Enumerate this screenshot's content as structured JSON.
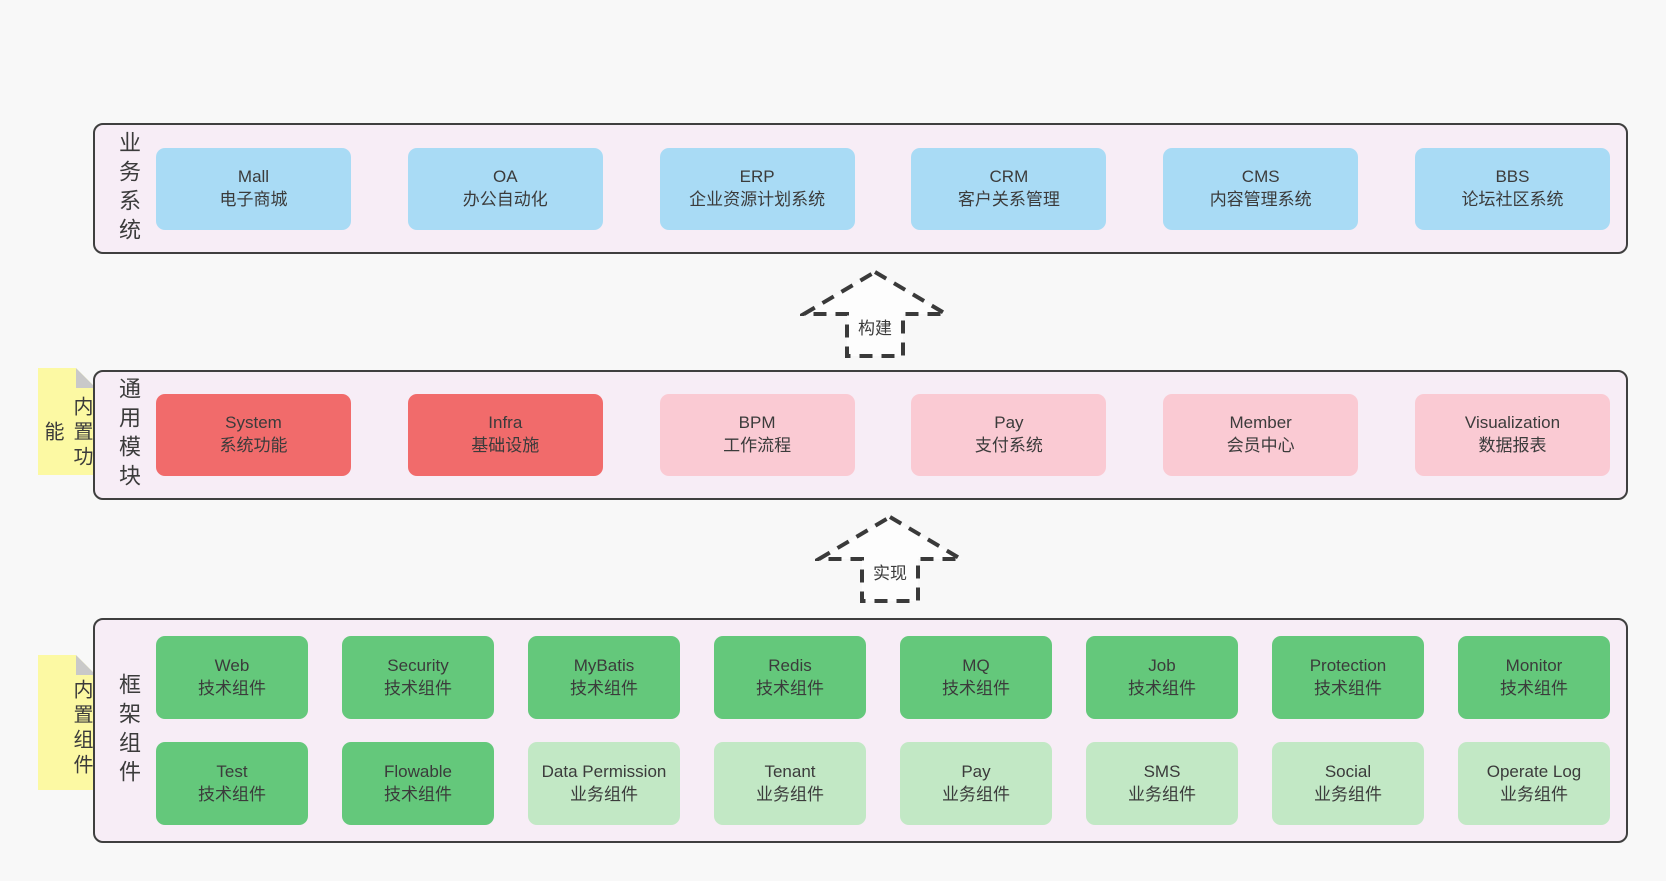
{
  "colors": {
    "page_bg": "#f8f8f8",
    "layer_bg": "#f7edf6",
    "layer_border": "#3f3f3f",
    "text": "#3b3b3b",
    "blue": "#a9dbf5",
    "red": "#f16b6b",
    "pink": "#facad3",
    "green": "#64c87b",
    "light_green": "#c2e8c5",
    "note_yellow": "#fcf9a3",
    "note_fold": "#c9c9c9",
    "arrow_stroke": "#3a3a3a",
    "arrow_fill": "#fdfdfd"
  },
  "arrows": [
    {
      "label": "构建"
    },
    {
      "label": "实现"
    }
  ],
  "layers": [
    {
      "label": "业务系统",
      "boxes": [
        {
          "name": "Mall",
          "desc": "电子商城",
          "variant": "blue"
        },
        {
          "name": "OA",
          "desc": "办公自动化",
          "variant": "blue"
        },
        {
          "name": "ERP",
          "desc": "企业资源计划系统",
          "variant": "blue"
        },
        {
          "name": "CRM",
          "desc": "客户关系管理",
          "variant": "blue"
        },
        {
          "name": "CMS",
          "desc": "内容管理系统",
          "variant": "blue"
        },
        {
          "name": "BBS",
          "desc": "论坛社区系统",
          "variant": "blue"
        }
      ]
    },
    {
      "label": "通用模块",
      "note": "内置功能",
      "boxes": [
        {
          "name": "System",
          "desc": "系统功能",
          "variant": "red"
        },
        {
          "name": "Infra",
          "desc": "基础设施",
          "variant": "red"
        },
        {
          "name": "BPM",
          "desc": "工作流程",
          "variant": "pink"
        },
        {
          "name": "Pay",
          "desc": "支付系统",
          "variant": "pink"
        },
        {
          "name": "Member",
          "desc": "会员中心",
          "variant": "pink"
        },
        {
          "name": "Visualization",
          "desc": "数据报表",
          "variant": "pink"
        }
      ]
    },
    {
      "label": "框架组件",
      "note": "内置组件",
      "rows": [
        [
          {
            "name": "Web",
            "desc": "技术组件",
            "variant": "green"
          },
          {
            "name": "Security",
            "desc": "技术组件",
            "variant": "green"
          },
          {
            "name": "MyBatis",
            "desc": "技术组件",
            "variant": "green"
          },
          {
            "name": "Redis",
            "desc": "技术组件",
            "variant": "green"
          },
          {
            "name": "MQ",
            "desc": "技术组件",
            "variant": "green"
          },
          {
            "name": "Job",
            "desc": "技术组件",
            "variant": "green"
          },
          {
            "name": "Protection",
            "desc": "技术组件",
            "variant": "green"
          },
          {
            "name": "Monitor",
            "desc": "技术组件",
            "variant": "green"
          }
        ],
        [
          {
            "name": "Test",
            "desc": "技术组件",
            "variant": "green"
          },
          {
            "name": "Flowable",
            "desc": "技术组件",
            "variant": "green"
          },
          {
            "name": "Data Permission",
            "desc": "业务组件",
            "variant": "light_green"
          },
          {
            "name": "Tenant",
            "desc": "业务组件",
            "variant": "light_green"
          },
          {
            "name": "Pay",
            "desc": "业务组件",
            "variant": "light_green"
          },
          {
            "name": "SMS",
            "desc": "业务组件",
            "variant": "light_green"
          },
          {
            "name": "Social",
            "desc": "业务组件",
            "variant": "light_green"
          },
          {
            "name": "Operate Log",
            "desc": "业务组件",
            "variant": "light_green"
          }
        ]
      ]
    }
  ]
}
